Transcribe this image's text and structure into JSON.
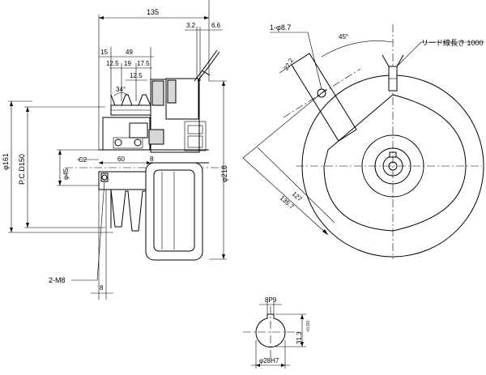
{
  "side_view": {
    "dim_overall_width": "135",
    "dim_3_2": "3.2",
    "dim_6_6": "6.6",
    "dim_15": "15",
    "dim_49": "49",
    "dim_12_5_a": "12.5",
    "dim_19": "19",
    "dim_17_5": "17.5",
    "dim_12_5_b": "12.5",
    "dim_groove_angle": "34°",
    "dim_pulley_dia": "φ161",
    "dim_pcd": "P.C.D150",
    "dim_bore_dia": "φ45",
    "dim_chamfer": "C2",
    "dim_60": "60",
    "dim_8_top": "8",
    "dim_outer_dia": "φ218",
    "dim_tap": "2-M8",
    "dim_8_bottom": "8"
  },
  "front_view": {
    "hole_label": "1-φ8.7",
    "angle_45": "45°",
    "lead_wire_label": "リード線長さ 1000",
    "dim_22_2": "22.2",
    "dim_127": "127",
    "dim_135_7": "135.7"
  },
  "keyway_view": {
    "key_width": "8P9",
    "key_depth": "31.3",
    "key_depth_tol": "+0.2/0",
    "shaft_dia": "φ28H7"
  }
}
